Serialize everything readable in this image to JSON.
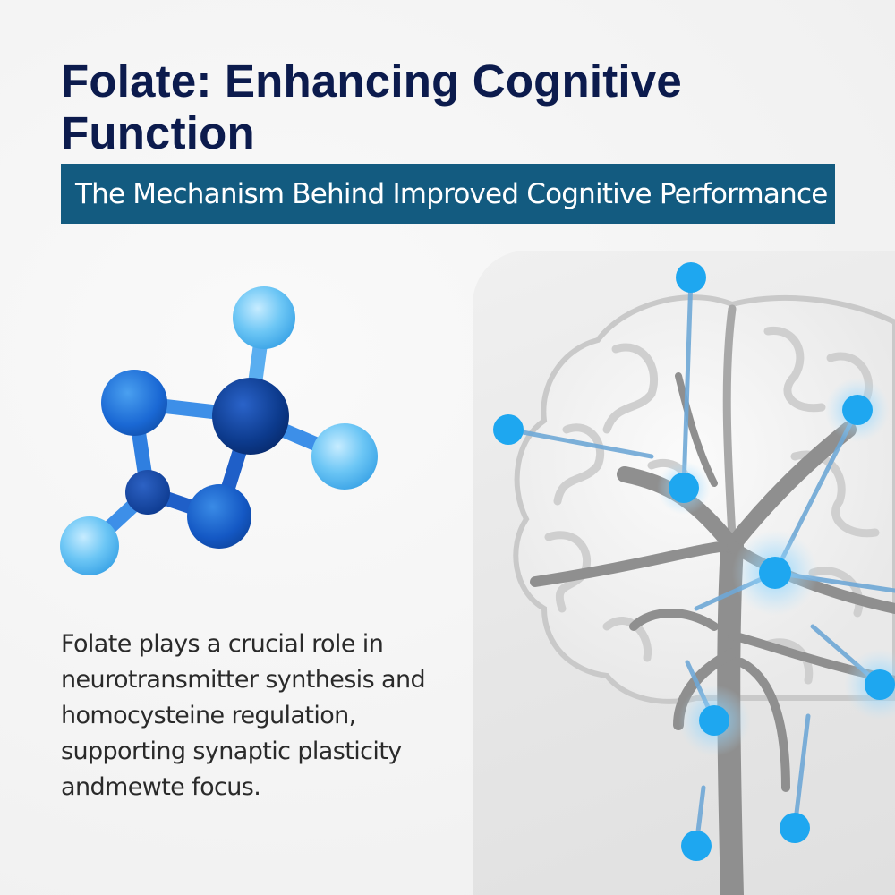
{
  "title": "Folate: Enhancing Cognitive Function",
  "subtitle": "The Mechanism Behind Improved Cognitive Performance",
  "body": "Folate plays a crucial role in neurotransmitter synthesis and homocysteine regulation, supporting synaptic plasticity andmewte focus.",
  "colors": {
    "title": "#0c1b4d",
    "subtitle_bar": "#135b80",
    "accent_blue": "#1ea7f0",
    "molecule_dark": "#0d3a8f",
    "molecule_light": "#5fc0f2"
  },
  "illustrations": {
    "molecule": "folate-molecule-icon",
    "brain": "brain-neuron-network-illustration"
  }
}
